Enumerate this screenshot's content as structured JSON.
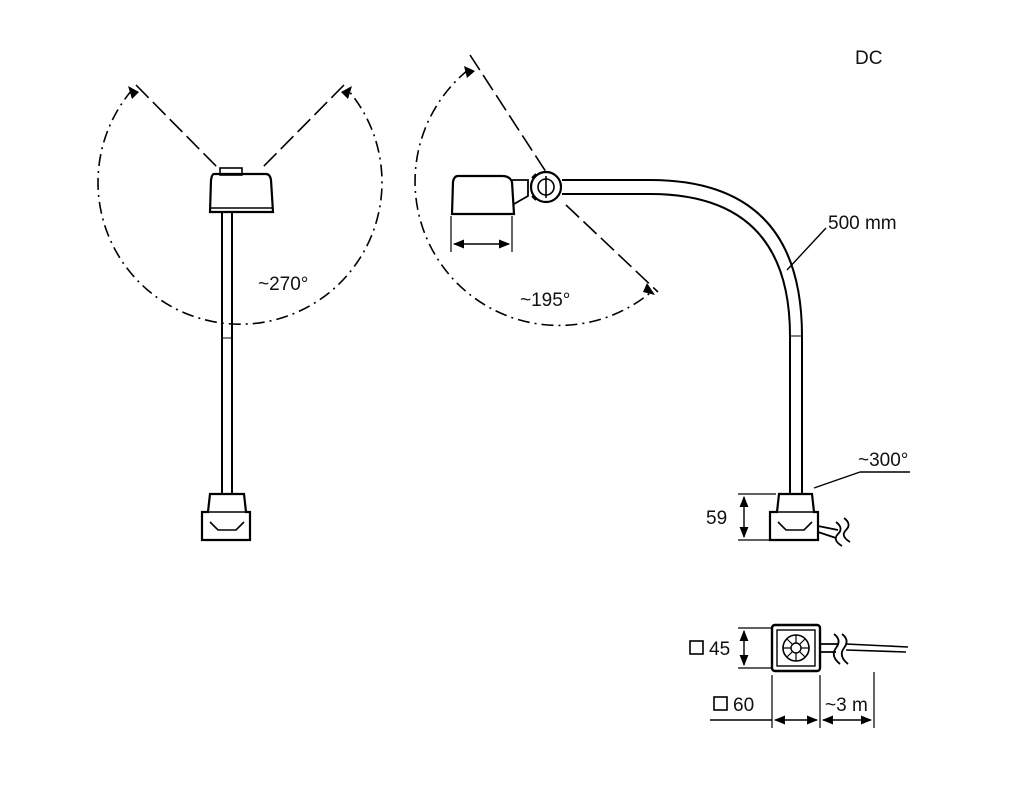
{
  "figure": {
    "variant": "DC",
    "left_view": {
      "swivel_angle": "~270°"
    },
    "right_view": {
      "head_angle": "~195°",
      "arm_length": "500 mm",
      "base_rotation": "~300°",
      "base_height": "59"
    },
    "base_view": {
      "square_small": "45",
      "square_large": "60",
      "cable_length": "~3 m"
    }
  }
}
